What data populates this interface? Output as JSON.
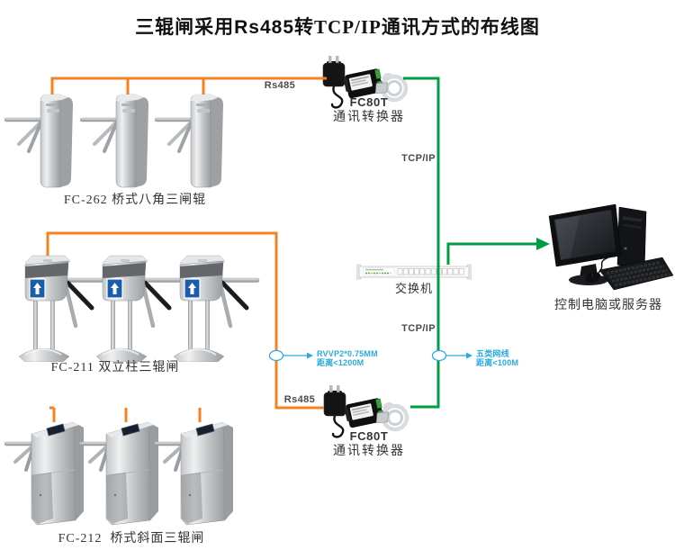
{
  "title": {
    "part1": "三辊闸采用",
    "part2": "Rs485",
    "part3": "转TCP/IP通讯方式的布线图"
  },
  "wires": {
    "rs485_color": "#F58220",
    "tcpip_color": "#009C46",
    "callout_color": "#29ABE2",
    "labels": {
      "rs485_top": "Rs485",
      "rs485_bottom": "Rs485",
      "tcpip_top": "TCP/IP",
      "tcpip_bottom": "TCP/IP"
    }
  },
  "groups": [
    {
      "label": "FC-262 桥式八角三闸辊"
    },
    {
      "label": "FC-211 双立柱三辊闸"
    },
    {
      "label": "FC-212  桥式斜面三辊闸"
    }
  ],
  "converter_top": {
    "model": "FC80T",
    "name": "通讯转换器"
  },
  "converter_bottom": {
    "model": "FC80T",
    "name": "通讯转换器"
  },
  "network_switch": {
    "label": "交换机"
  },
  "computer": {
    "label": "控制电脑或服务器"
  },
  "callouts": {
    "rs485": {
      "line1": "RVVP2*0.75MM",
      "line2": "距离<1200M"
    },
    "tcpip": {
      "line1": "五类网线",
      "line2": "距离<100M"
    }
  }
}
